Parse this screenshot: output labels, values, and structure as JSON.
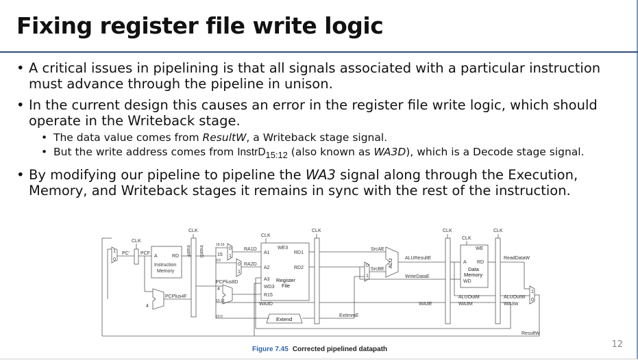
{
  "slide": {
    "title": "Fixing register file write logic",
    "page_number": "12"
  },
  "bullets": {
    "b1": "A critical issues in pipelining is that all signals associated with a particular instruction must advance through the pipeline in unison.",
    "b2": "In the current design this causes an error in the register file write logic, which should operate in the Writeback stage.",
    "b2_sub1_pre": "The data value comes from ",
    "b2_sub1_em": "ResultW",
    "b2_sub1_post": ", a Writeback stage signal.",
    "b2_sub2_pre": "But the write address comes from ",
    "b2_sub2_instr": "InstrD",
    "b2_sub2_sub": "15:12",
    "b2_sub2_mid": " (also known as ",
    "b2_sub2_em": "WA3D",
    "b2_sub2_post": "), which is a Decode stage signal.",
    "b3_pre": "By modifying our pipeline to pipeline the ",
    "b3_em": "WA3",
    "b3_post": " signal along through the Execution, Memory, and Writeback stages it remains in sync with the rest of the instruction."
  },
  "figure": {
    "label": "Figure 7.45",
    "caption": "Corrected pipelined datapath"
  },
  "diagram": {
    "clk": "CLK",
    "pc": "PC'",
    "pcf": "PCF",
    "imem_a": "A",
    "imem_rd": "RD",
    "imem_title_1": "Instruction",
    "imem_title_2": "Memory",
    "four_1": "4",
    "four_2": "4",
    "pcplus4f": "PCPlus4F",
    "pcplus8d": "PCPlus8D",
    "instrf": "InstrF",
    "instrd": "InstrD",
    "bits_19_16": "19:16",
    "bits_15": "15",
    "bits_3_0": "3:0",
    "bits_15_12": "15:12",
    "bits_23_0": "23:0",
    "ra1d": "RA1D",
    "ra2d": "RA2D",
    "we3": "WE3",
    "a1": "A1",
    "a2": "A2",
    "a3": "A3",
    "wd3": "WD3",
    "r15": "R15",
    "rd1": "RD1",
    "rd2": "RD2",
    "regfile_1": "Register",
    "regfile_2": "File",
    "extend": "Extend",
    "wa3d": "WA3D",
    "wa3e": "WA3E",
    "wa3m": "WA3M",
    "wa3w": "WA3W",
    "srcae": "SrcAE",
    "srcbe": "SrcBE",
    "alu": "ALU",
    "aluresulte": "ALUResultE",
    "writedatae": "WriteDataE",
    "extimme": "ExtImmE",
    "we": "WE",
    "dmem_a": "A",
    "dmem_rd": "RD",
    "dmem_wd": "WD",
    "dmem_title_1": "Data",
    "dmem_title_2": "Memory",
    "aluoutm": "ALUOutM",
    "readdataw": "ReadDataW",
    "aluoutw": "ALUOutW",
    "resultw": "ResultW",
    "mux0": "0",
    "mux1": "1"
  }
}
